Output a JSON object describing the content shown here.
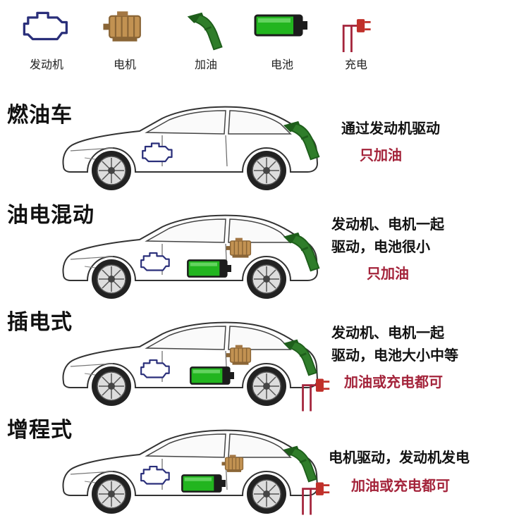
{
  "legend": [
    {
      "icon": "engine-icon",
      "label": "发动机"
    },
    {
      "icon": "motor-icon",
      "label": "电机"
    },
    {
      "icon": "fuel-nozzle-icon",
      "label": "加油"
    },
    {
      "icon": "battery-icon",
      "label": "电池"
    },
    {
      "icon": "charging-plug-icon",
      "label": "充电"
    }
  ],
  "sections": [
    {
      "title": "燃油车",
      "desc_line1": "通过发动机驱动",
      "desc_line2": "",
      "note": "只加油"
    },
    {
      "title": "油电混动",
      "desc_line1": "发动机、电机一起",
      "desc_line2": "驱动，电池很小",
      "note": "只加油"
    },
    {
      "title": "插电式",
      "desc_line1": "发动机、电机一起",
      "desc_line2": "驱动，电池大小中等",
      "note": "加油或充电都可"
    },
    {
      "title": "增程式",
      "desc_line1": "电机驱动，发动机发电",
      "desc_line2": "",
      "note": "加油或充电都可"
    }
  ],
  "colors": {
    "note": "#a4243b",
    "nozzle": "#2f7d2a",
    "battery": "#22b51f",
    "motor": "#b98a4a",
    "engine": "#2a2f7a",
    "plug": "#c0302a"
  }
}
